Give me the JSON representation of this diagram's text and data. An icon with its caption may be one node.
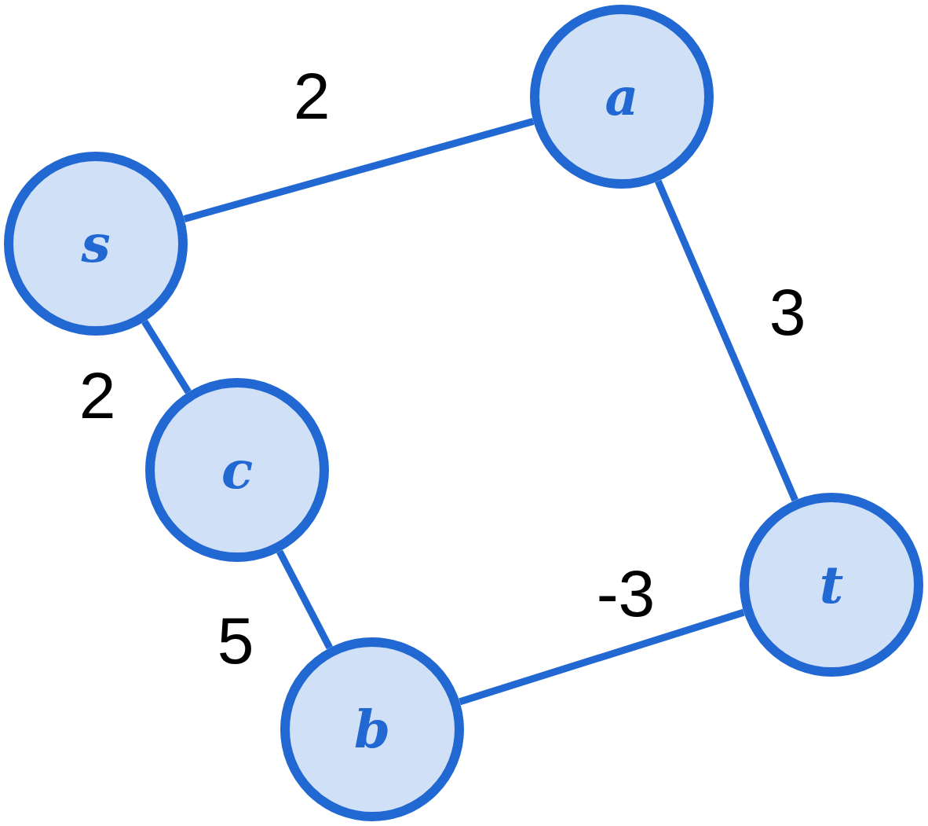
{
  "diagram": {
    "nodes": [
      {
        "text": [
          "s"
        ]
      },
      {
        "text": [
          "a"
        ]
      },
      {
        "text": [
          "c"
        ]
      },
      {
        "text": [
          "t"
        ]
      },
      {
        "text": [
          "b"
        ]
      }
    ],
    "edges": [
      {
        "from": 0,
        "to": 1,
        "arrow": "none",
        "label": "2"
      },
      {
        "from": 1,
        "to": 3,
        "arrow": "none",
        "label": "3"
      },
      {
        "from": 0,
        "to": 2,
        "arrow": "none",
        "label": "2"
      },
      {
        "from": 2,
        "to": 4,
        "arrow": "none",
        "label": "5"
      },
      {
        "from": 4,
        "to": 3,
        "arrow": "none",
        "label": "-3"
      }
    ]
  }
}
